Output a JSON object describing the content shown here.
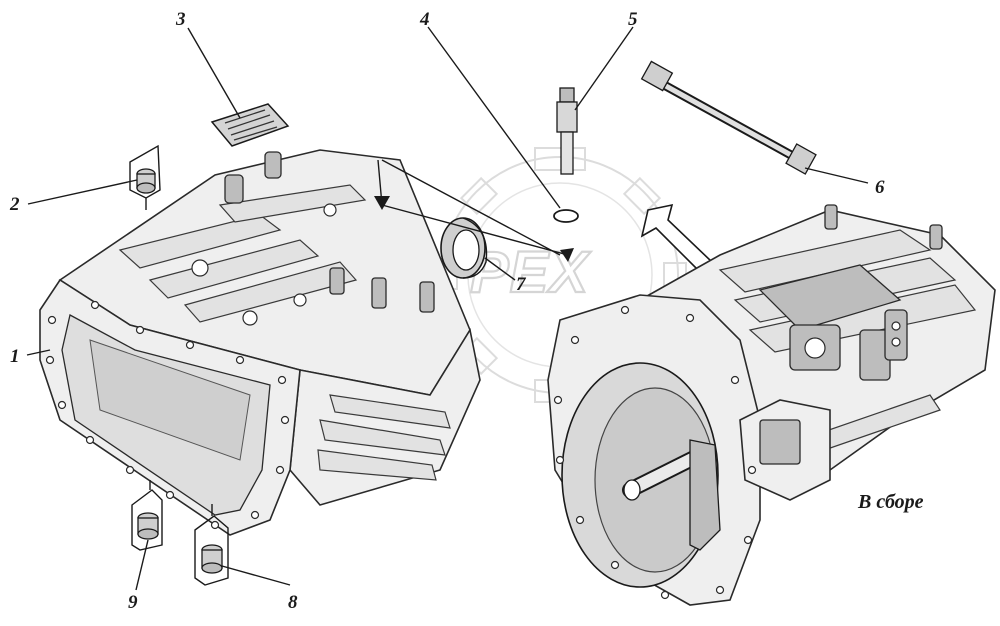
{
  "watermark": {
    "text": "PEX"
  },
  "caption": {
    "text": "В сборе"
  },
  "callouts": [
    {
      "id": "1",
      "label": "1"
    },
    {
      "id": "2",
      "label": "2"
    },
    {
      "id": "3",
      "label": "3"
    },
    {
      "id": "4",
      "label": "4"
    },
    {
      "id": "5",
      "label": "5"
    },
    {
      "id": "6",
      "label": "6"
    },
    {
      "id": "7",
      "label": "7"
    },
    {
      "id": "8",
      "label": "8"
    },
    {
      "id": "9",
      "label": "9"
    }
  ],
  "colors": {
    "ink": "#1a1a1a",
    "fill": "#efefef",
    "watermark": "#d5d5d5"
  }
}
